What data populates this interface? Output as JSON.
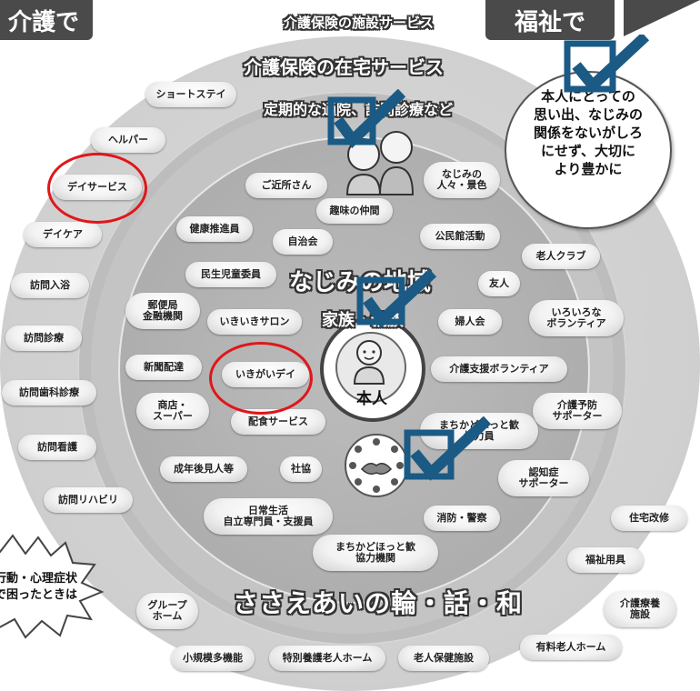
{
  "tabs": {
    "left": "介護で",
    "right": "福祉で"
  },
  "outer_ring": {
    "facility_service": "介護保険の施設サービス",
    "home_service": "介護保険の在宅サービス",
    "regular_visits": "定期的な通院、訪問診療など",
    "bottom_title": "ささえあいの輪・話・和"
  },
  "speech_bubble": "本人にとっての\n思い出、なじみの\n関係をないがしろ\nにせず、大切に\nより豊かに",
  "left_note": "行動・心理症状\nで困ったときは",
  "outer_items": [
    "ショートステイ",
    "ヘルパー",
    "デイサービス",
    "デイケア",
    "訪問入浴",
    "訪問診療",
    "訪問歯科診療",
    "訪問看護",
    "訪問リハビリ",
    "グループ\nホーム",
    "小規模多機能",
    "特別養護老人ホーム",
    "老人保健施設",
    "有料老人ホーム",
    "介護療養\n施設",
    "福祉用具",
    "住宅改修"
  ],
  "inner_items": [
    "ご近所さん",
    "なじみの\n人々・景色",
    "趣味の仲間",
    "健康推進員",
    "自治会",
    "公民館活動",
    "老人クラブ",
    "民生児童委員",
    "友人",
    "郵便局\n金融機関",
    "いきいきサロン",
    "婦人会",
    "いろいろな\nボランティア",
    "新聞配達",
    "いきがいデイ",
    "介護支援ボランティア",
    "商店・\nスーパー",
    "配食サービス",
    "まちかどほっと歓\n協力員",
    "介護予防\nサポーター",
    "成年後見人等",
    "社協",
    "認知症\nサポーター",
    "日常生活\n自立専門員・支援員",
    "消防・警察",
    "まちかどほっと歓\n協力機関"
  ],
  "center": {
    "region_title": "なじみの地域",
    "family": "家族・親族",
    "person": "本人"
  },
  "colors": {
    "accent_blue": "#1a5a85",
    "highlight_red": "#e0161a"
  }
}
